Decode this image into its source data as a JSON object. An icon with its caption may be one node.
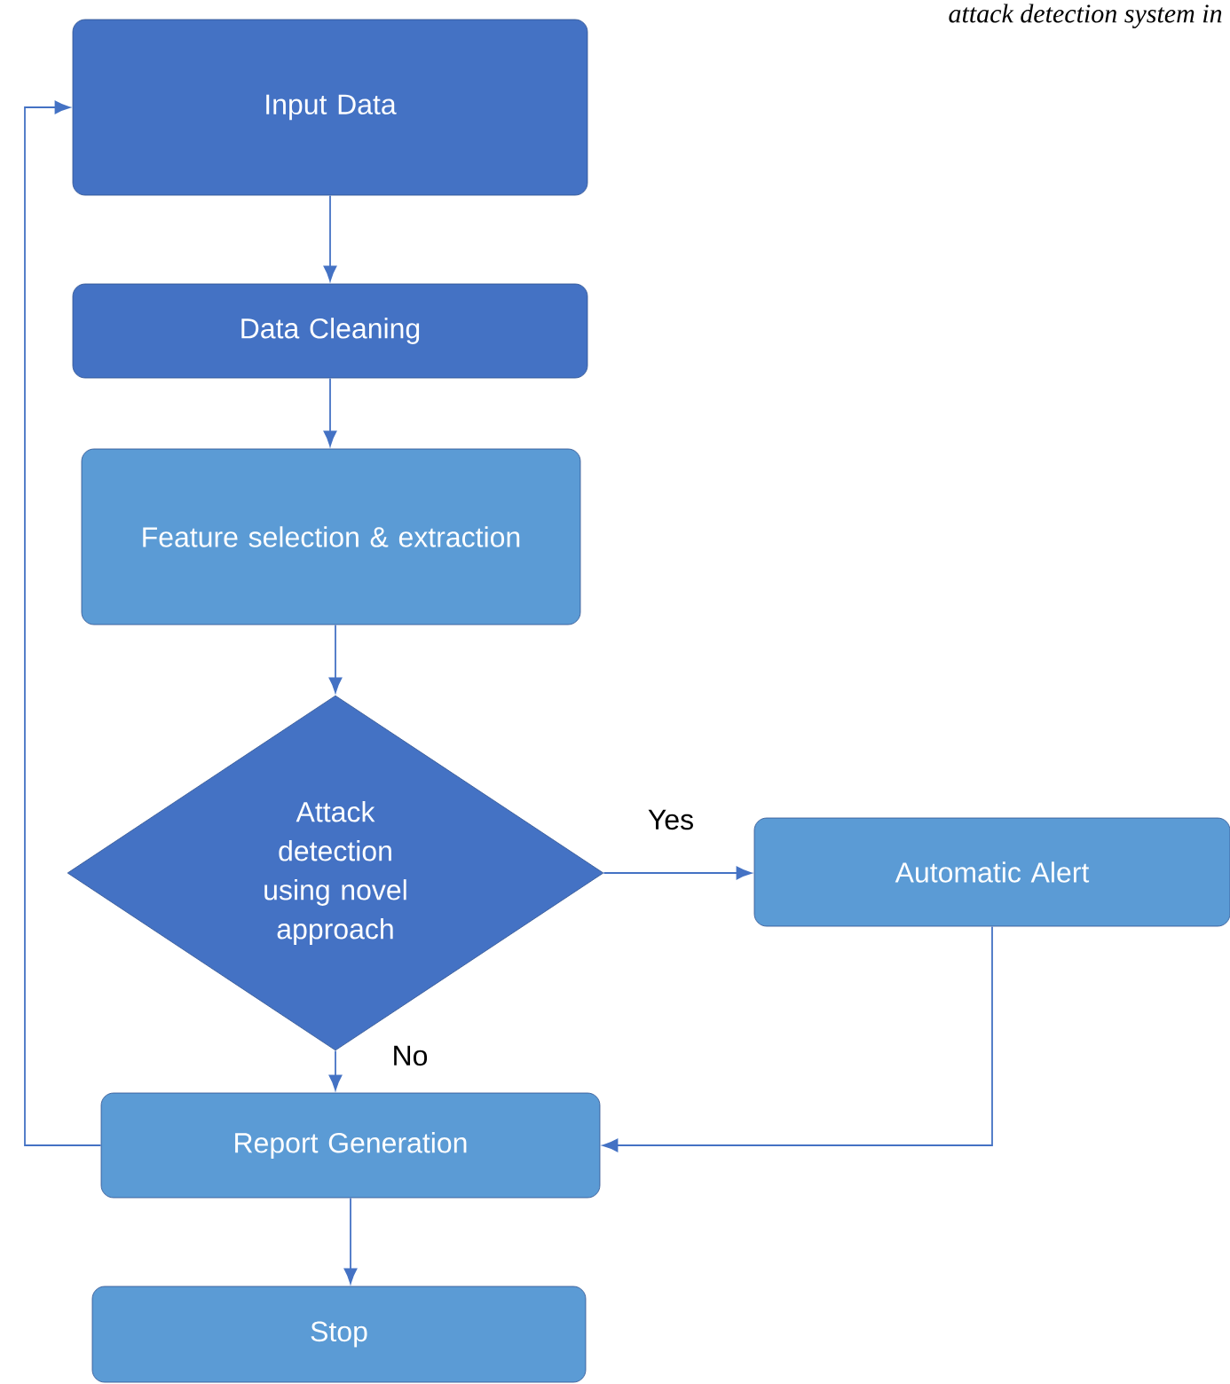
{
  "diagram": {
    "nodes": [
      {
        "text": [
          "Input Data"
        ]
      },
      {
        "text": [
          "Data Cleaning"
        ]
      },
      {
        "text": [
          "Feature selection & extraction"
        ]
      },
      {
        "text": [
          "Attack detection using novel approach"
        ]
      },
      {
        "text": [
          "Automatic Alert"
        ]
      },
      {
        "text": [
          "Report Generation"
        ]
      },
      {
        "text": [
          "Stop"
        ]
      }
    ],
    "edges": [
      {
        "from": 0,
        "to": 1,
        "arrow": "to"
      },
      {
        "from": 1,
        "to": 2,
        "arrow": "to"
      },
      {
        "from": 2,
        "to": 3,
        "arrow": "to"
      },
      {
        "from": 3,
        "to": 4,
        "arrow": "to",
        "label": "Yes"
      },
      {
        "from": 3,
        "to": 5,
        "arrow": "to",
        "label": "No"
      },
      {
        "from": 4,
        "to": 5,
        "arrow": "to"
      },
      {
        "from": 5,
        "to": 0,
        "arrow": "to"
      },
      {
        "from": 5,
        "to": 6,
        "arrow": "to"
      }
    ],
    "labels": [
      "attack detection system in"
    ]
  }
}
